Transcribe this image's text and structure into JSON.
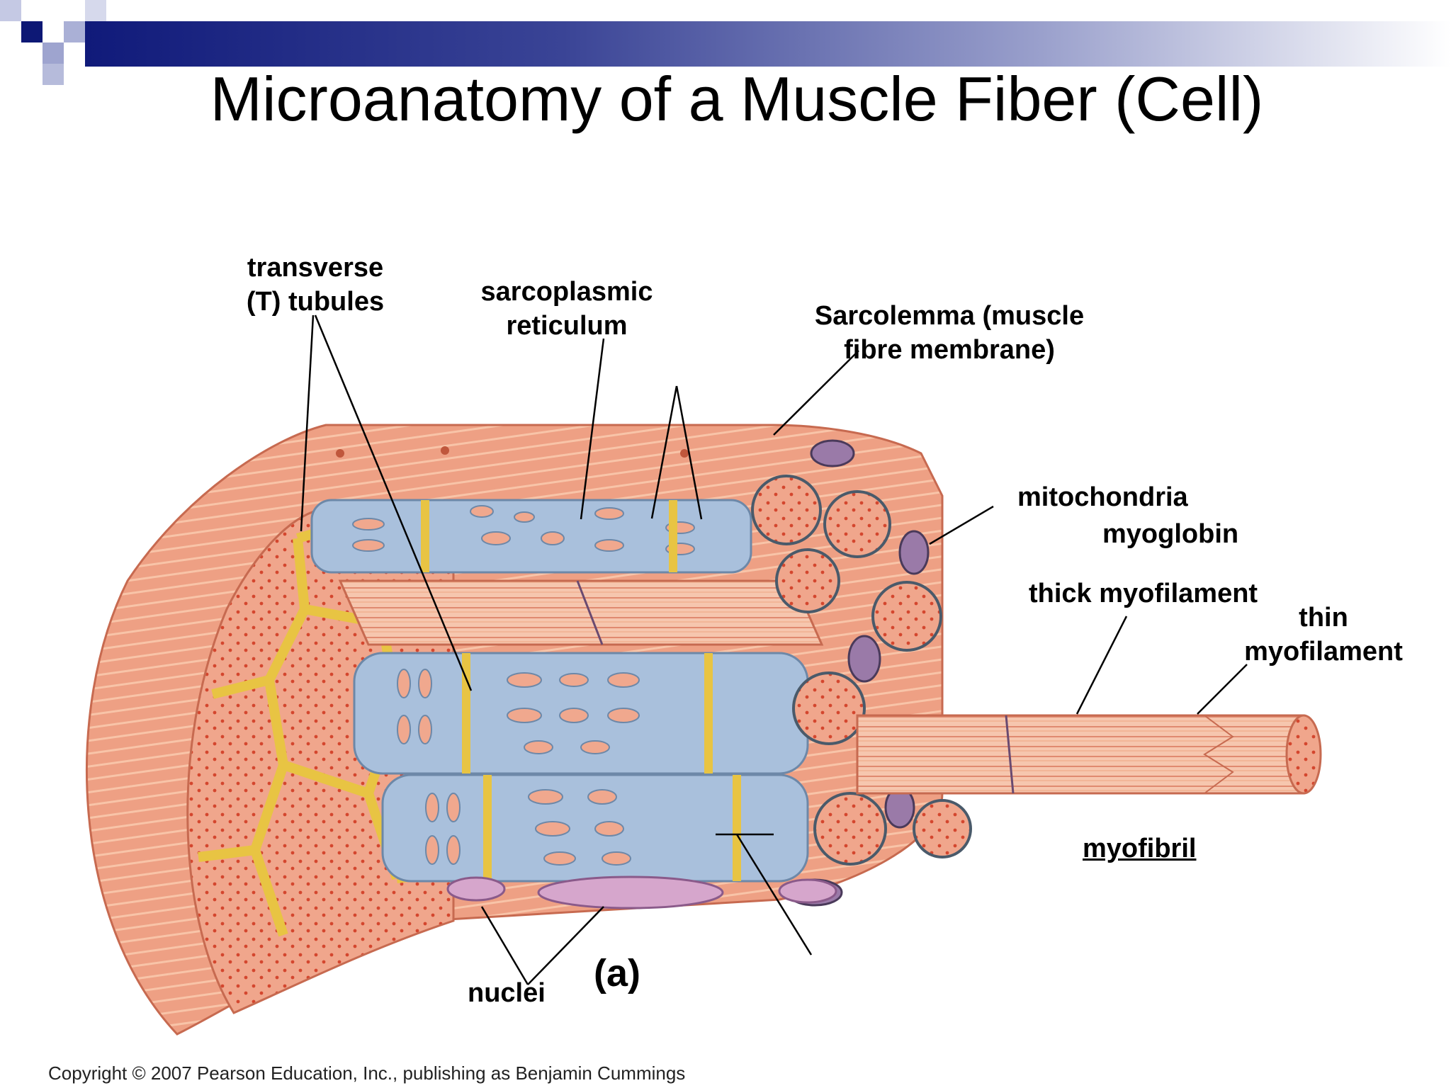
{
  "slide": {
    "title": "Microanatomy of a Muscle Fiber (Cell)",
    "copyright": "Copyright © 2007 Pearson Education, Inc., publishing as Benjamin Cummings",
    "colors": {
      "banner_dark": "#101a7a",
      "title_text": "#000000",
      "sarcolemma": "#e89a7a",
      "t_tubule": "#f2d860",
      "sarcoplasmic_reticulum": "#a9c0dc",
      "myofibril": "#f4b49a",
      "mitochondria": "#9a7aa8",
      "nuclei": "#d6a6cc"
    }
  },
  "labels": {
    "t_tubules_line1": "transverse",
    "t_tubules_line2": "(T) tubules",
    "sr_line1": "sarcoplasmic",
    "sr_line2": "reticulum",
    "sarcolemma_line1": "Sarcolemma (muscle",
    "sarcolemma_line2": "fibre membrane)",
    "mitochondria": "mitochondria",
    "myoglobin": "myoglobin",
    "thick": "thick myofilament",
    "thin_line1": "thin",
    "thin_line2": "myofilament",
    "myofibril": "myofibril",
    "nuclei": "nuclei",
    "panel": "(a)"
  }
}
